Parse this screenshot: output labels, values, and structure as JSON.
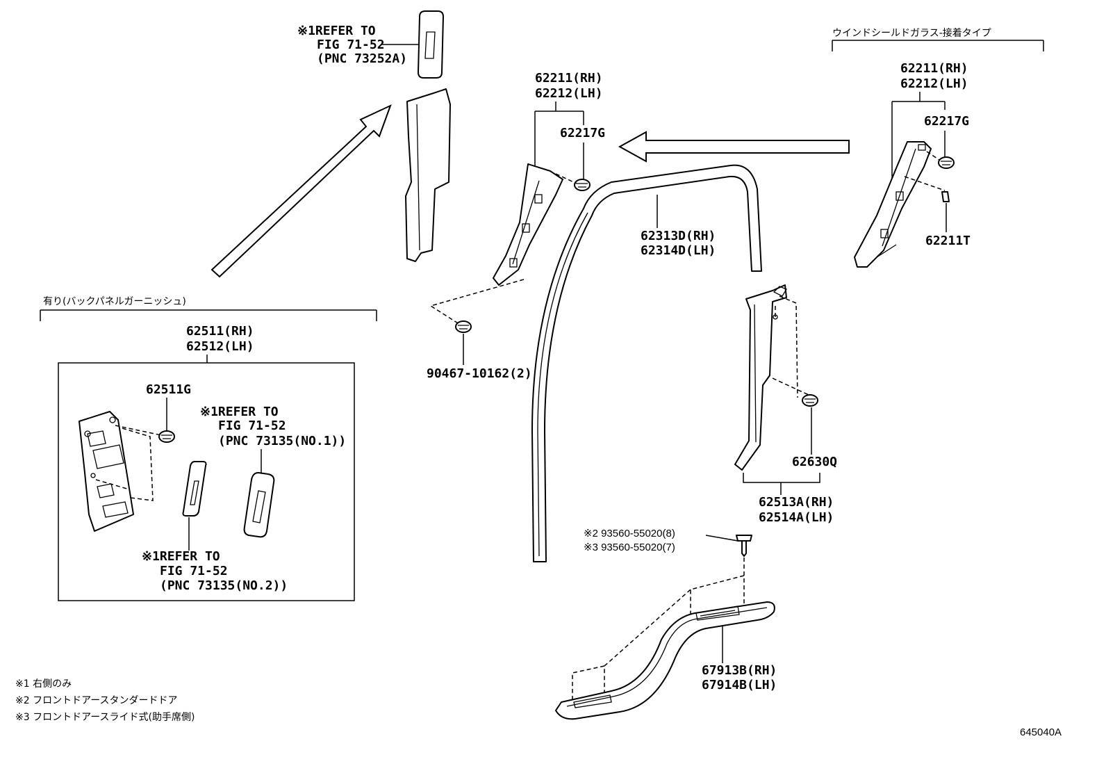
{
  "labels": {
    "ref_top": [
      "※1REFER TO",
      "FIG 71-52",
      "(PNC 73252A)"
    ],
    "pillar_a_rh": "62211(RH)",
    "pillar_a_lh": "62212(LH)",
    "clip_62217g": "62217G",
    "windshield_header": "ウインドシールドガラス-接着タイプ",
    "pillar_a2_rh": "62211(RH)",
    "pillar_a2_lh": "62212(LH)",
    "clip_62217g_2": "62217G",
    "part_62211t": "62211T",
    "weatherstrip_rh": "62313D(RH)",
    "weatherstrip_lh": "62314D(LH)",
    "clip_90467": "90467-10162(2)",
    "backpanel_header": "有り(バックパネルガーニッシュ)",
    "backpanel_rh": "62511(RH)",
    "backpanel_lh": "62512(LH)",
    "clip_62511g": "62511G",
    "ref_mid": [
      "※1REFER TO",
      "FIG 71-52",
      "(PNC 73135(NO.1))"
    ],
    "ref_bot": [
      "※1REFER TO",
      "FIG 71-52",
      "(PNC 73135(NO.2))"
    ],
    "pillar_b_rh": "62513A(RH)",
    "pillar_b_lh": "62514A(LH)",
    "clip_62630q": "62630Q",
    "screw_1": "※2 93560-55020(8)",
    "screw_2": "※3 93560-55020(7)",
    "scuff_rh": "67913B(RH)",
    "scuff_lh": "67914B(LH)",
    "notes": [
      "※1 右側のみ",
      "※2 フロントドアースタンダードドア",
      "※3 フロントドアースライド式(助手席側)"
    ],
    "figure_code": "645040A"
  }
}
